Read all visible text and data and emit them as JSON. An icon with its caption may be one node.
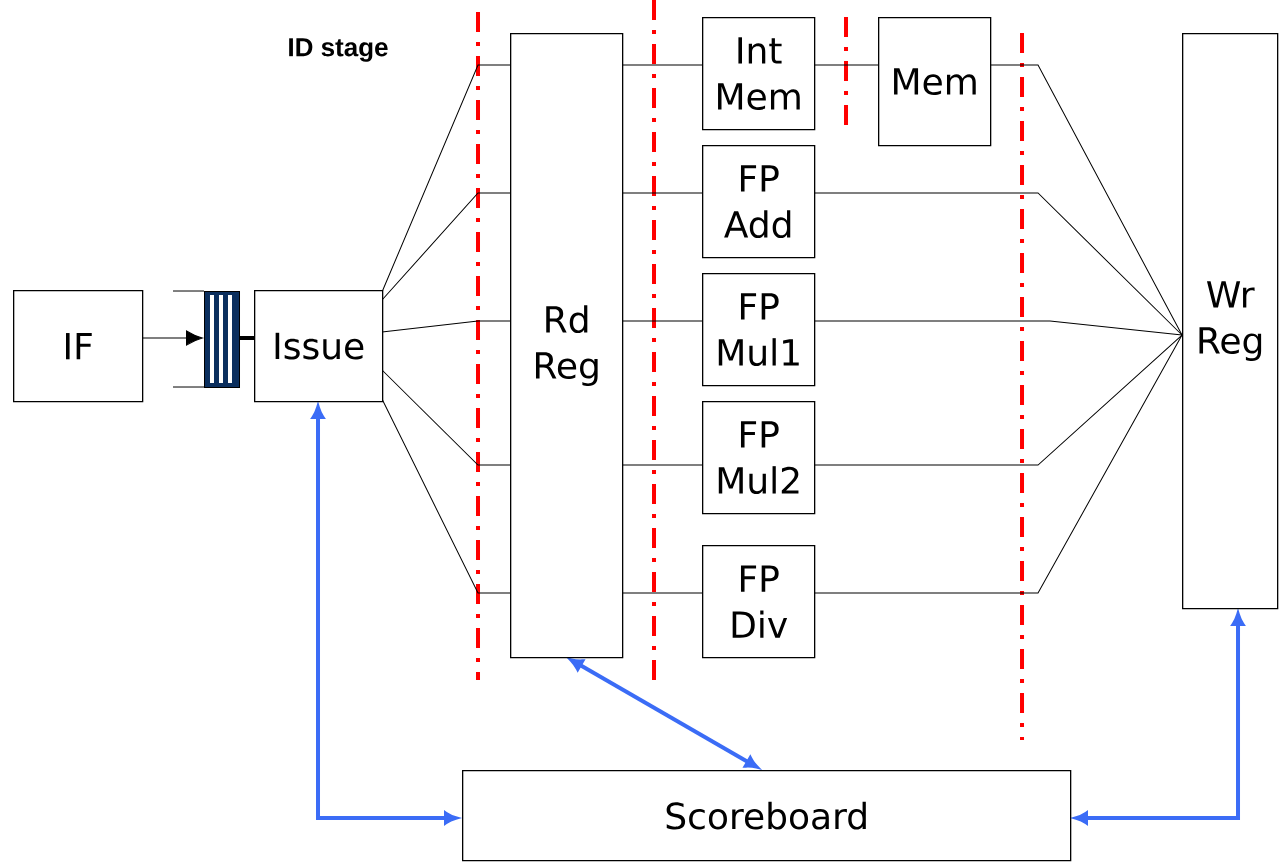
{
  "diagram": {
    "nodes": [
      {
        "text": [
          "IF"
        ]
      },
      {
        "text": [],
        "shape": "box"
      },
      {
        "text": [
          "Issue"
        ]
      },
      {
        "text": [
          "Rd Reg"
        ]
      },
      {
        "text": [
          "Int Mem"
        ]
      },
      {
        "text": [
          "Mem"
        ]
      },
      {
        "text": [
          "FP Add"
        ]
      },
      {
        "text": [
          "FP Mul1"
        ]
      },
      {
        "text": [
          "FP Mul2"
        ]
      },
      {
        "text": [
          "FP Div"
        ]
      },
      {
        "text": [
          "Wr Reg"
        ]
      },
      {
        "text": [
          "Scoreboard"
        ]
      }
    ],
    "edges": [
      {
        "from": 0,
        "to": 1,
        "arrow": "to"
      },
      {
        "from": 1,
        "to": 2,
        "arrow": "none",
        "style": "thick"
      },
      {
        "from": 2,
        "to": 3,
        "arrow": "none"
      },
      {
        "from": 2,
        "to": 3,
        "arrow": "none"
      },
      {
        "from": 2,
        "to": 3,
        "arrow": "none"
      },
      {
        "from": 2,
        "to": 3,
        "arrow": "none"
      },
      {
        "from": 2,
        "to": 3,
        "arrow": "none"
      },
      {
        "from": 3,
        "to": 4,
        "arrow": "none"
      },
      {
        "from": 3,
        "to": 6,
        "arrow": "none"
      },
      {
        "from": 3,
        "to": 7,
        "arrow": "none"
      },
      {
        "from": 3,
        "to": 8,
        "arrow": "none"
      },
      {
        "from": 3,
        "to": 9,
        "arrow": "none"
      },
      {
        "from": 4,
        "to": 5,
        "arrow": "none"
      },
      {
        "from": 5,
        "to": 10,
        "arrow": "none"
      },
      {
        "from": 6,
        "to": 10,
        "arrow": "none"
      },
      {
        "from": 7,
        "to": 10,
        "arrow": "none"
      },
      {
        "from": 8,
        "to": 10,
        "arrow": "none"
      },
      {
        "from": 9,
        "to": 10,
        "arrow": "none"
      },
      {
        "from": 2,
        "to": 11,
        "arrow": "both",
        "style": "thick",
        "color": "#3b6cf6"
      },
      {
        "from": 3,
        "to": 11,
        "arrow": "both",
        "style": "thick",
        "color": "#3b6cf6"
      },
      {
        "from": 10,
        "to": 11,
        "arrow": "both",
        "style": "thick",
        "color": "#3b6cf6"
      }
    ],
    "labels": [
      "ID stage"
    ]
  }
}
